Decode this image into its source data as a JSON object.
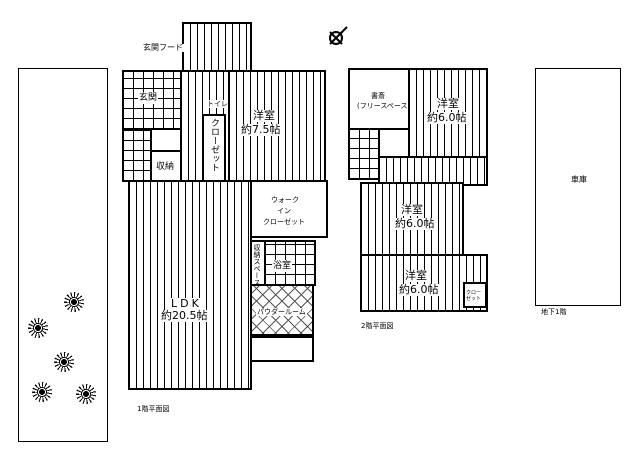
{
  "floor1": {
    "caption": "1階平面図",
    "entrance_hood": "玄関フード",
    "entrance": "玄関",
    "toilet": "トイレ",
    "western_room": {
      "name": "洋室",
      "size": "約7.5帖"
    },
    "closet": "クローゼット",
    "storage": "収納",
    "walk_in_closet": [
      "ウォーク",
      "イン",
      "クローゼット"
    ],
    "storage_space": "収納スペース",
    "bathroom": "浴室",
    "powder_room": "パウダールーム",
    "ldk": {
      "name": "LDK",
      "size": "約20.5帖"
    }
  },
  "floor2": {
    "caption": "2階平面図",
    "study": {
      "name": "書斎",
      "sub": "(フリースペース)"
    },
    "room_a": {
      "name": "洋室",
      "size": "約6.0帖"
    },
    "room_b": {
      "name": "洋室",
      "size": "約6.0帖"
    },
    "room_c": {
      "name": "洋室",
      "size": "約6.0帖"
    },
    "closet": "クローゼット"
  },
  "basement": {
    "caption": "地下1階",
    "garage": "車庫"
  }
}
